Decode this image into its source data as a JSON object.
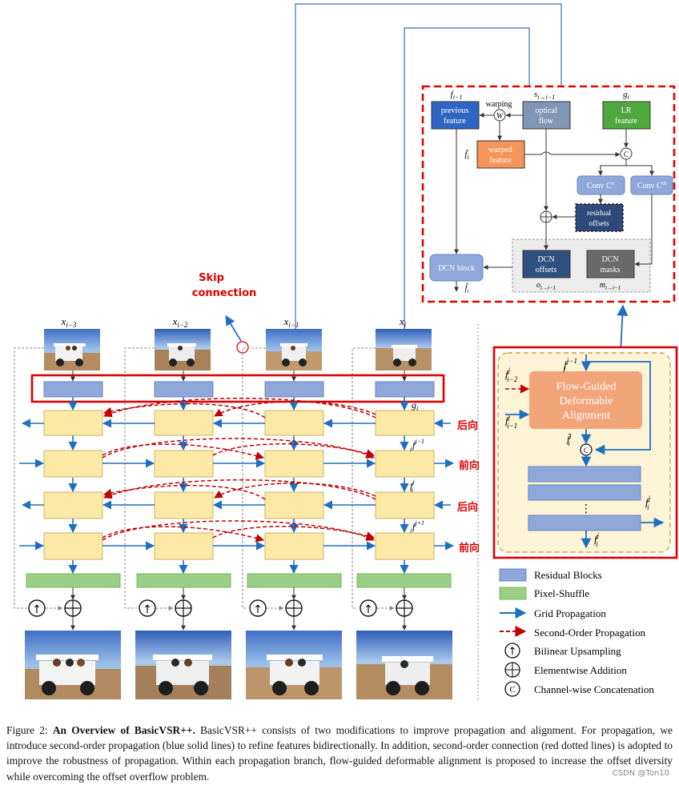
{
  "frames": [
    {
      "input": "x",
      "input_sub": "i−3"
    },
    {
      "input": "x",
      "input_sub": "i−2"
    },
    {
      "input": "x",
      "input_sub": "i−1"
    },
    {
      "input": "x",
      "input_sub": "i"
    }
  ],
  "skip_connection": {
    "line1": "Skip",
    "line2": "connection"
  },
  "direction_labels": {
    "backward": "后向",
    "forward": "前向"
  },
  "main_labels": {
    "g": "g",
    "g_sub": "i",
    "f": "f",
    "sup_jm1": "j−1",
    "sup_j": "j",
    "sup_jp1": "j+1",
    "sub_i": "i"
  },
  "alignment_detail": {
    "f_prev_label": "f",
    "f_prev_sub": "i−1",
    "s_label": "s",
    "s_sub": "i→i−1",
    "g_label": "g",
    "g_sub": "i",
    "previous_feature": [
      "previous",
      "feature"
    ],
    "optical_flow": [
      "optical",
      "flow"
    ],
    "lr_feature": [
      "LR",
      "feature"
    ],
    "warping": "warping",
    "warp_symbol": "W",
    "warped_feature": [
      "warped",
      "feature"
    ],
    "fbar": "f̄",
    "fbar_sub": "i",
    "concat_symbol": "C",
    "conv_o": "Conv C",
    "conv_o_sup": "o",
    "conv_m": "Conv C",
    "conv_m_sup": "m",
    "residual_offsets": [
      "residual",
      "offsets"
    ],
    "dcn_block": "DCN block",
    "dcn_offsets": [
      "DCN",
      "offsets"
    ],
    "dcn_masks": [
      "DCN",
      "masks"
    ],
    "o_label": "o",
    "o_sub": "i→i−1",
    "m_label": "m",
    "m_sub": "i→i−1",
    "fhat": "f̂",
    "fhat_sub": "i"
  },
  "propagation_detail": {
    "title_lines": [
      "Flow-Guided",
      "Deformable",
      "Alignment"
    ],
    "f_top": "f",
    "f_top_sub": "i",
    "f_top_sup": "j−1",
    "f_im2": "f",
    "f_im2_sub": "i−2",
    "f_im2_sup": "j",
    "f_im1": "f",
    "f_im1_sub": "i−1",
    "f_im1_sup": "j",
    "fhat": "f̂",
    "fhat_sub": "i",
    "fhat_sup": "j",
    "concat_symbol": "C",
    "dots": "⋮",
    "f_out": "f",
    "f_out_sub": "i",
    "f_out_sup": "j",
    "f_bottom": "f",
    "f_bottom_sub": "i",
    "f_bottom_sup": "j"
  },
  "legend": [
    {
      "label": "Residual Blocks",
      "color": "#8fa7d9"
    },
    {
      "label": "Pixel-Shuffle",
      "color": "#9ccf86"
    },
    {
      "label": "Grid Propagation",
      "color": "#1f6fbf"
    },
    {
      "label": "Second-Order Propagation",
      "color": "#c00000"
    },
    {
      "label": "Bilinear Upsampling",
      "symbol": "↑"
    },
    {
      "label": "Elementwise Addition",
      "symbol": "+"
    },
    {
      "label": "Channel-wise Concatenation",
      "symbol": "C"
    }
  ],
  "caption": {
    "prefix": "Figure 2: ",
    "bold": "An Overview of BasicVSR++.",
    "text": " BasicVSR++ consists of two modifications to improve propagation and alignment. For propagation, we introduce second-order propagation (blue solid lines) to refine features bidirectionally. In addition, second-order connection (red dotted lines) is adopted to improve the robustness of propagation. Within each propagation branch, flow-guided deformable alignment is proposed to increase the offset diversity while overcoming the offset overflow problem."
  },
  "watermark": "CSDN @Ton10"
}
